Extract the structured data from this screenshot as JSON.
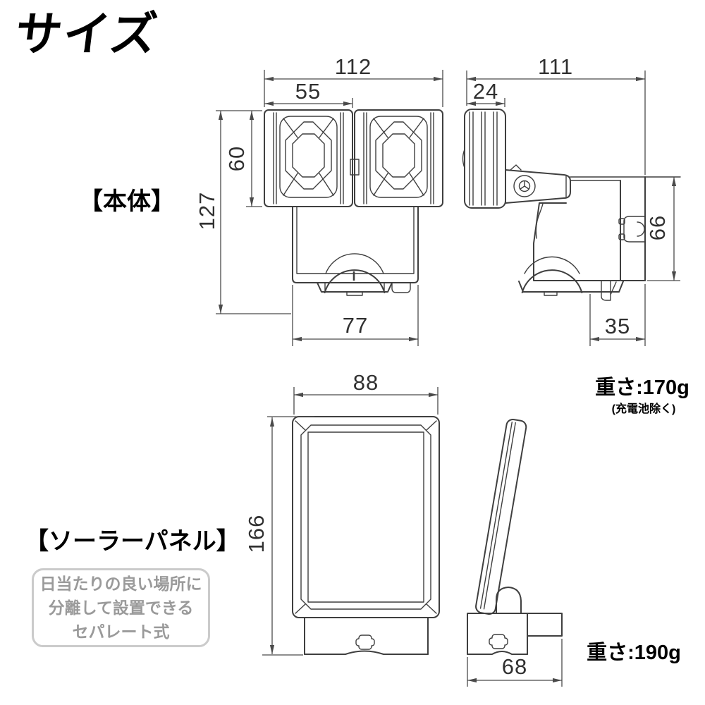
{
  "title": "サイズ",
  "body_section": {
    "label": "【本体】",
    "weight": "重さ:170g",
    "weight_note": "(充電池除く)"
  },
  "solar_section": {
    "label": "【ソーラーパネル】",
    "weight": "重さ:190g",
    "note_lines": [
      "日当たりの良い場所に",
      "分離して設置できる",
      "セパレート式"
    ]
  },
  "dimensions_mm": {
    "body_front": {
      "overall_width": "112",
      "lamp_width": "55",
      "lamp_height": "60",
      "overall_height": "127",
      "housing_width": "77"
    },
    "body_side": {
      "overall_depth": "111",
      "lamp_depth": "24",
      "housing_height": "66",
      "mount_depth": "35"
    },
    "solar_front": {
      "width": "88",
      "height": "166"
    },
    "solar_side": {
      "base_depth": "68"
    }
  },
  "colors": {
    "background": "#ffffff",
    "line": "#3f3f3f",
    "text": "#2b2b2b",
    "note_text": "#9a9a9a",
    "note_border": "#cbcbcb"
  }
}
